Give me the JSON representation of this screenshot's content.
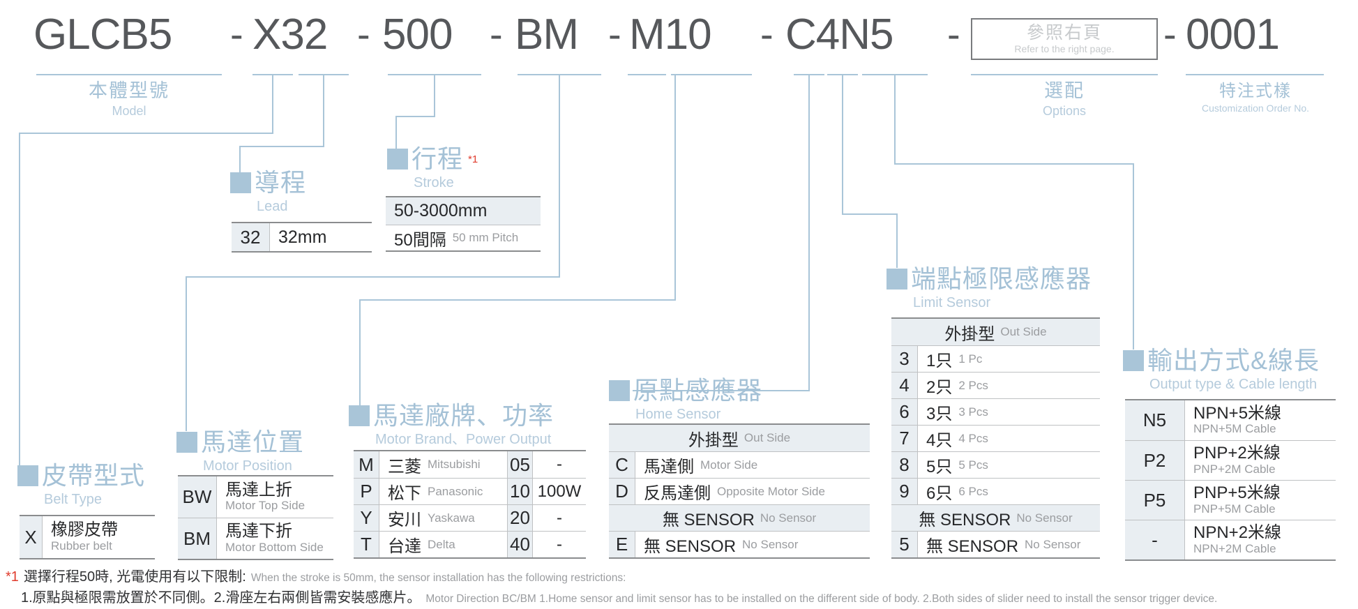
{
  "code": {
    "segments": [
      "GLCB5",
      "X32",
      "500",
      "BM",
      "M10",
      "C4N5"
    ],
    "dash": "-",
    "box": {
      "cjk": "參照右頁",
      "en": "Refer to the right page."
    },
    "order_no": "0001"
  },
  "labels": {
    "model": {
      "cjk": "本體型號",
      "en": "Model"
    },
    "options": {
      "cjk": "選配",
      "en": "Options"
    },
    "customization": {
      "cjk": "特注式樣",
      "en": "Customization Order No."
    }
  },
  "sections": {
    "lead": {
      "heading": {
        "cjk": "導程",
        "en": "Lead"
      },
      "rows": [
        {
          "code": "32",
          "value": "32mm"
        }
      ]
    },
    "stroke": {
      "heading": {
        "cjk": "行程",
        "sup": "*1",
        "en": "Stroke"
      },
      "range": "50-3000mm",
      "pitch": {
        "cjk": "50間隔",
        "en": "50 mm Pitch"
      }
    },
    "belt": {
      "heading": {
        "cjk": "皮帶型式",
        "en": "Belt Type"
      },
      "rows": [
        {
          "code": "X",
          "cjk": "橡膠皮帶",
          "en": "Rubber belt"
        }
      ]
    },
    "motor_position": {
      "heading": {
        "cjk": "馬達位置",
        "en": "Motor Position"
      },
      "rows": [
        {
          "code": "BW",
          "cjk": "馬達上折",
          "en": "Motor Top Side"
        },
        {
          "code": "BM",
          "cjk": "馬達下折",
          "en": "Motor Bottom Side"
        }
      ]
    },
    "motor_brand": {
      "heading": {
        "cjk": "馬達廠牌、功率",
        "en": "Motor Brand、Power Output"
      },
      "rows": [
        {
          "code": "M",
          "cjk": "三菱",
          "en": "Mitsubishi",
          "power_code": "05",
          "power": "-"
        },
        {
          "code": "P",
          "cjk": "松下",
          "en": "Panasonic",
          "power_code": "10",
          "power": "100W"
        },
        {
          "code": "Y",
          "cjk": "安川",
          "en": "Yaskawa",
          "power_code": "20",
          "power": "-"
        },
        {
          "code": "T",
          "cjk": "台達",
          "en": "Delta",
          "power_code": "40",
          "power": "-"
        }
      ]
    },
    "home_sensor": {
      "heading": {
        "cjk": "原點感應器",
        "en": "Home Sensor"
      },
      "group1": {
        "cjk": "外掛型",
        "en": "Out Side"
      },
      "rows": [
        {
          "code": "C",
          "cjk": "馬達側",
          "en": "Motor Side"
        },
        {
          "code": "D",
          "cjk": "反馬達側",
          "en": "Opposite Motor Side"
        }
      ],
      "group2": {
        "cjk": "無 SENSOR",
        "en": "No Sensor"
      },
      "no_sensor_row": {
        "code": "E",
        "cjk": "無 SENSOR",
        "en": "No Sensor"
      }
    },
    "limit_sensor": {
      "heading": {
        "cjk": "端點極限感應器",
        "en": "Limit Sensor"
      },
      "group1": {
        "cjk": "外掛型",
        "en": "Out Side"
      },
      "rows": [
        {
          "code": "3",
          "cjk": "1只",
          "en": "1 Pc"
        },
        {
          "code": "4",
          "cjk": "2只",
          "en": "2 Pcs"
        },
        {
          "code": "6",
          "cjk": "3只",
          "en": "3 Pcs"
        },
        {
          "code": "7",
          "cjk": "4只",
          "en": "4 Pcs"
        },
        {
          "code": "8",
          "cjk": "5只",
          "en": "5 Pcs"
        },
        {
          "code": "9",
          "cjk": "6只",
          "en": "6 Pcs"
        }
      ],
      "group2": {
        "cjk": "無 SENSOR",
        "en": "No Sensor"
      },
      "no_sensor_row": {
        "code": "5",
        "cjk": "無 SENSOR",
        "en": "No Sensor"
      }
    },
    "output": {
      "heading": {
        "cjk": "輸出方式&線長",
        "en": "Output type & Cable length"
      },
      "rows": [
        {
          "code": "N5",
          "cjk": "NPN+5米線",
          "en": "NPN+5M Cable"
        },
        {
          "code": "P2",
          "cjk": "PNP+2米線",
          "en": "PNP+2M Cable"
        },
        {
          "code": "P5",
          "cjk": "PNP+5米線",
          "en": "PNP+5M Cable"
        },
        {
          "code": "-",
          "cjk": "NPN+2米線",
          "en": "NPN+2M Cable"
        }
      ]
    }
  },
  "footnote": {
    "marker": "*1",
    "line1_cjk": "選擇行程50時, 光電使用有以下限制:",
    "line1_en": "When the stroke is 50mm, the sensor installation has  the following restrictions:",
    "line2_cjk": "1.原點與極限需放置於不同側。2.滑座左右兩側皆需安裝感應片。",
    "line2_en": "Motor Direction BC/BM 1.Home sensor and limit sensor has to be installed on the different side of body.  2.Both sides of slider need to install the sensor trigger device."
  },
  "colors": {
    "accent_blue": "#a9c5d8",
    "code_gray": "#56585b",
    "highlight_red": "#e03c2d",
    "shade": "#e9eef2",
    "border_dark": "#8a8c8e",
    "text_dark": "#27282a",
    "text_gray": "#9b9da0"
  }
}
